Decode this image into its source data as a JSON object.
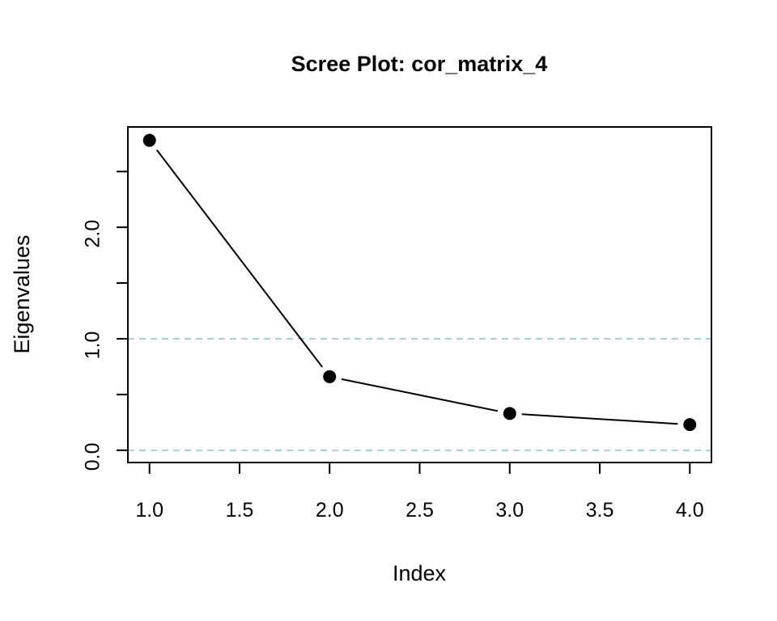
{
  "chart_data": {
    "type": "line",
    "title": "Scree Plot: cor_matrix_4",
    "xlabel": "Index",
    "ylabel": "Eigenvalues",
    "x": [
      1,
      2,
      3,
      4
    ],
    "y": [
      2.78,
      0.66,
      0.33,
      0.23
    ],
    "xlim": [
      0.88,
      4.12
    ],
    "ylim": [
      -0.11,
      2.9
    ],
    "xticks": [
      1.0,
      1.5,
      2.0,
      2.5,
      3.0,
      3.5,
      4.0
    ],
    "xtick_labels": [
      "1.0",
      "1.5",
      "2.0",
      "2.5",
      "3.0",
      "3.5",
      "4.0"
    ],
    "yticks": [
      0.0,
      0.5,
      1.0,
      1.5,
      2.0,
      2.5
    ],
    "ytick_labels": [
      "0.0",
      "",
      "1.0",
      "",
      "2.0",
      ""
    ],
    "reference_lines": [
      1.0,
      0.0
    ],
    "reference_line_color": "#9fd3d6",
    "series_color": "#000000",
    "grid": false,
    "marker": "filled-circle"
  }
}
